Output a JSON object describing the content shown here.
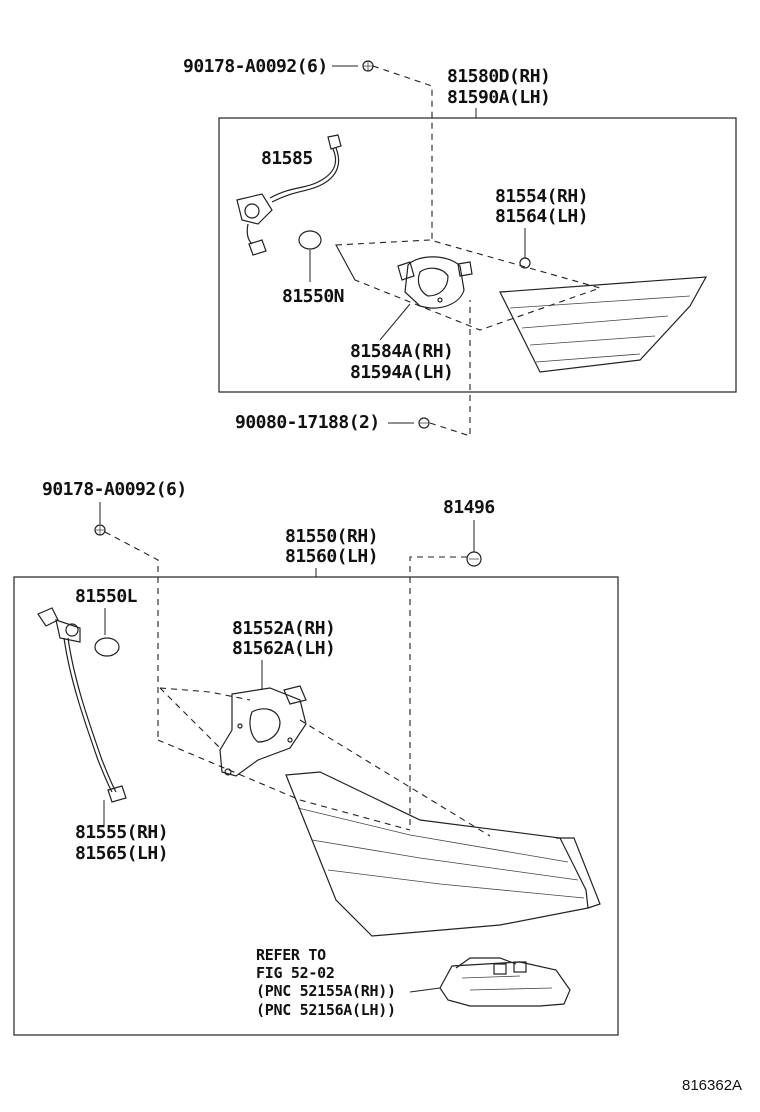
{
  "upper": {
    "screw": "90178-A0092(6)",
    "assembly_rh": "81580D(RH)",
    "assembly_lh": "81590A(LH)",
    "socket": "81585",
    "bulb": "81550N",
    "clip_rh": "81554(RH)",
    "clip_lh": "81564(LH)",
    "bracket_rh": "81584A(RH)",
    "bracket_lh": "81594A(LH)",
    "nut": "90080-17188(2)"
  },
  "lower": {
    "screw": "90178-A0092(6)",
    "clip": "81496",
    "assembly_rh": "81550(RH)",
    "assembly_lh": "81560(LH)",
    "bulb": "81550L",
    "bracket_rh": "81552A(RH)",
    "bracket_lh": "81562A(LH)",
    "socket_rh": "81555(RH)",
    "socket_lh": "81565(LH)",
    "refer_line1": "REFER TO",
    "refer_line2": "FIG 52-02",
    "refer_line3": "(PNC 52155A(RH))",
    "refer_line4": "(PNC 52156A(LH))"
  },
  "figure_code": "816362A"
}
